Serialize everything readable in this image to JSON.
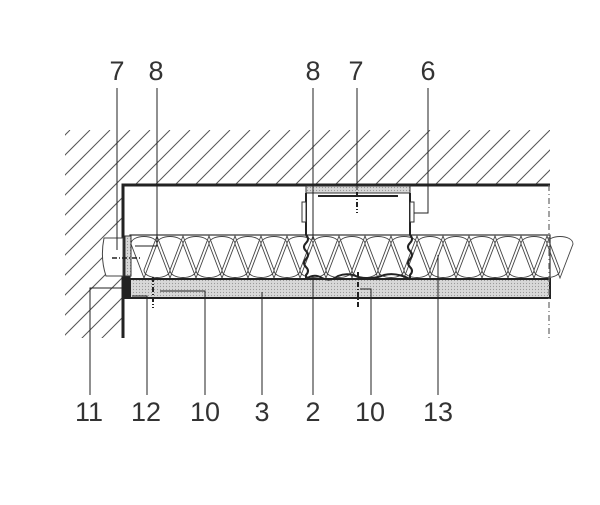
{
  "diagram": {
    "type": "construction section detail (ceiling lining)",
    "top_labels": [
      "7",
      "8",
      "8",
      "7",
      "6"
    ],
    "bottom_labels": [
      "11",
      "12",
      "10",
      "3",
      "2",
      "10",
      "13"
    ]
  }
}
